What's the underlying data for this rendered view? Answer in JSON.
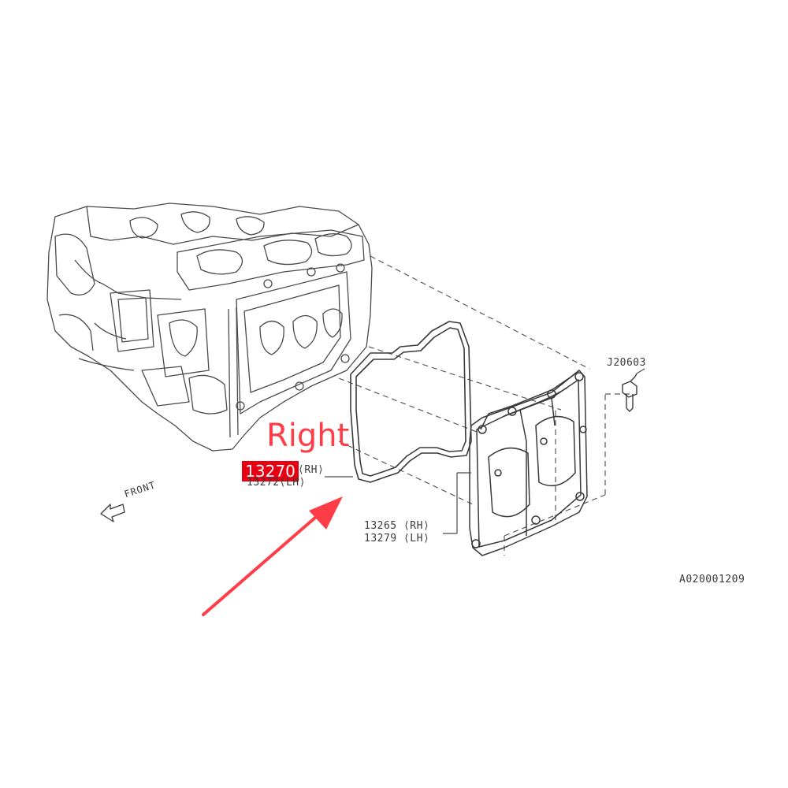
{
  "callouts": {
    "highlighted_part": "13270",
    "gasket_rh_suffix": "⟨RH⟩",
    "gasket_lh": "13272⟨LH⟩",
    "cover_rh": "13265 ⟨RH⟩",
    "cover_lh": "13279 ⟨LH⟩",
    "bolt": "J20603",
    "figure_id": "A020001209"
  },
  "annotation": {
    "label": "Right",
    "color": "#ff3d48"
  },
  "front_marker": "FRONT",
  "colors": {
    "line": "#4a4a4a",
    "highlight": "#e60012",
    "arrow": "#ff3d48"
  }
}
